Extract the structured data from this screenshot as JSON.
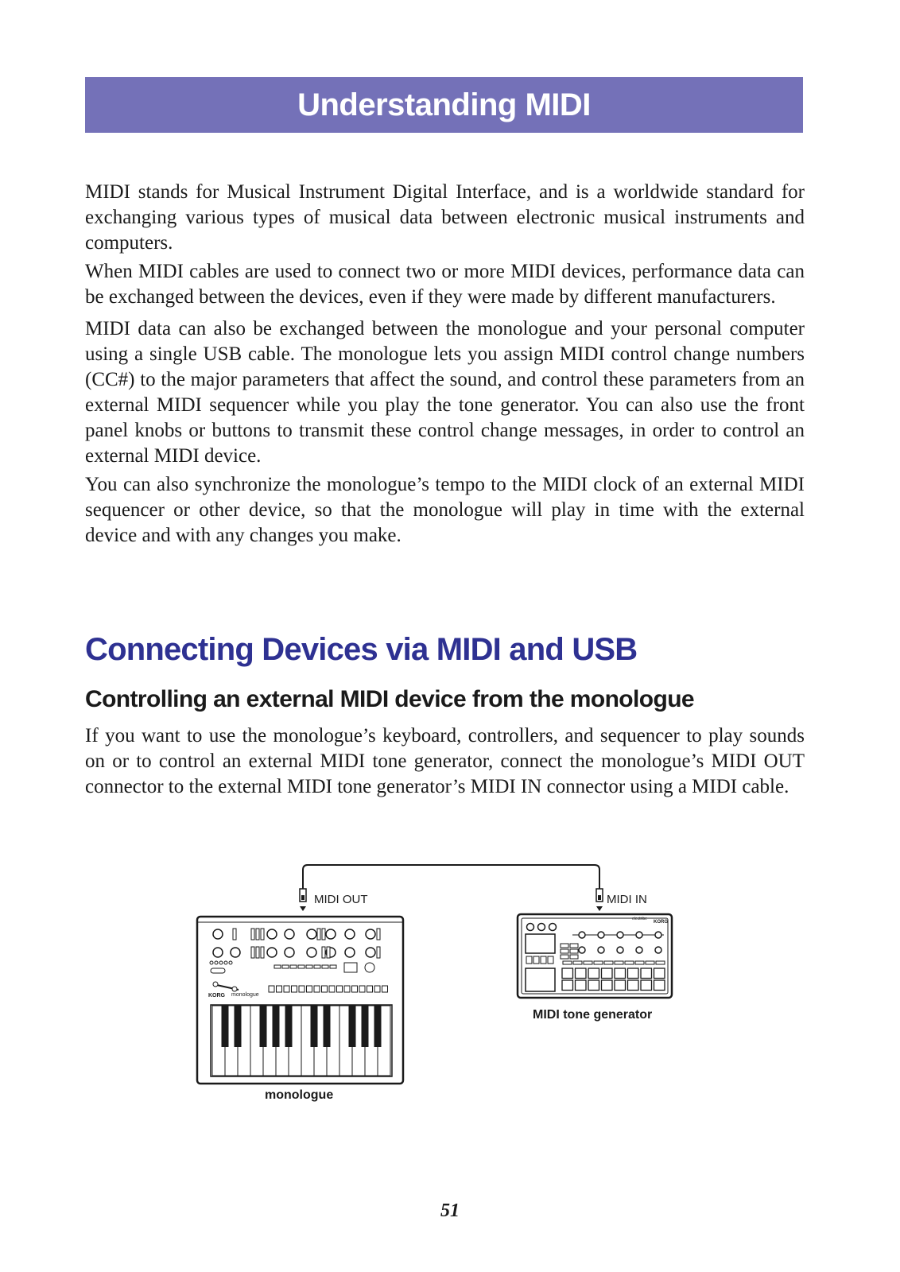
{
  "title": "Understanding MIDI",
  "intro": {
    "p1": "MIDI stands for Musical Instrument Digital Interface, and is a worldwide standard for exchanging various types of musical data between electronic musical instruments and computers.",
    "p2": "When MIDI cables are used to connect two or more MIDI devices, performance data can be exchanged between the devices, even if they were made by different manufacturers.",
    "p3": "MIDI data can also be exchanged between the monologue and your personal computer using a single USB cable. The monologue lets you assign MIDI control change numbers (CC#) to the major parameters that affect the sound, and control these parameters from an external MIDI sequencer while you play the tone generator. You can also use the front panel knobs or buttons to transmit these control change messages, in order to control an external MIDI device.",
    "p4": "You can also synchronize the monologue’s tempo to the MIDI clock of an external MIDI sequencer or other device, so that the monologue will play in time with the external device and with any changes you make."
  },
  "section": {
    "heading": "Connecting Devices via MIDI and USB",
    "subheading": "Controlling an external MIDI device from the monologue",
    "body": "If you want to use the monologue’s keyboard, controllers, and sequencer to play sounds on or to control an external MIDI tone generator, connect the monologue’s MIDI OUT connector to the external MIDI tone generator’s MIDI IN connector using a MIDI cable."
  },
  "figure": {
    "midi_out_label": "MIDI OUT",
    "midi_in_label": "MIDI IN",
    "left_device_caption": "monologue",
    "right_device_caption": "MIDI tone generator",
    "left_device_brand": "KORG",
    "left_device_name": "monologue",
    "right_device_brand": "KORG",
    "right_device_name": "electribe"
  },
  "page_number": "51"
}
